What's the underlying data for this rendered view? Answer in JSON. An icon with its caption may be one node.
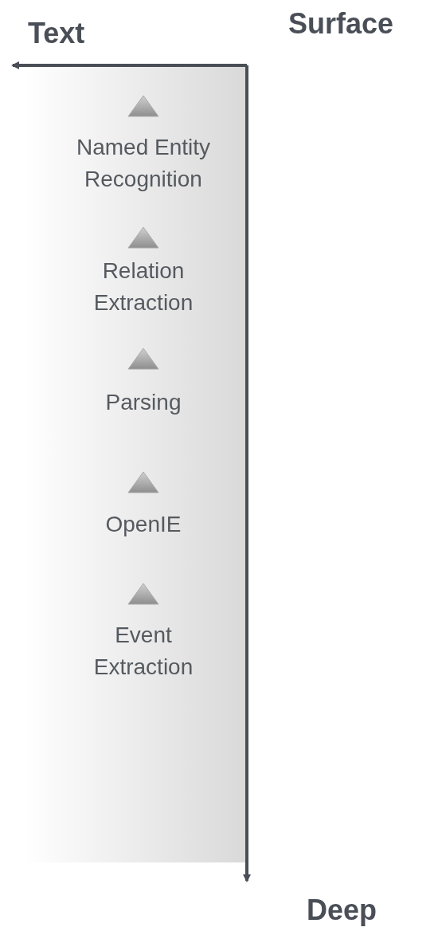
{
  "diagram": {
    "labels": [
      "Text",
      "Surface",
      "Named Entity Recognition",
      "Relation Extraction",
      "Parsing",
      "OpenIE",
      "Event Extraction",
      "Deep"
    ]
  }
}
